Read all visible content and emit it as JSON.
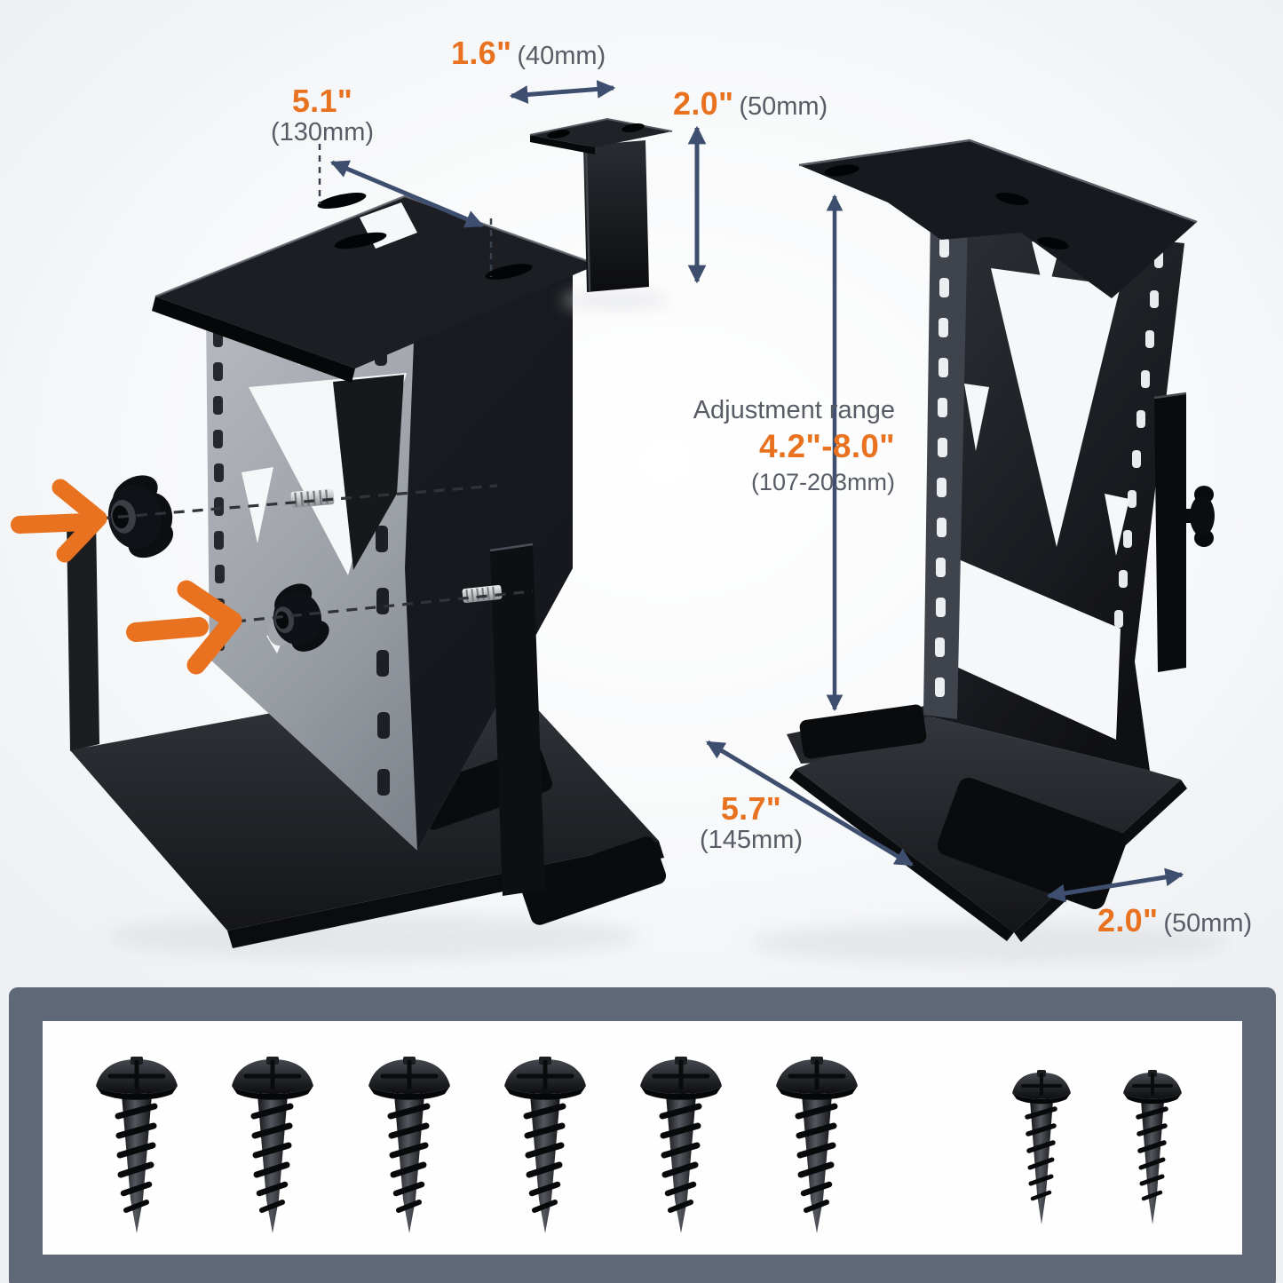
{
  "diagram": {
    "type": "product-dimension-diagram",
    "subject": "under-desk CPU holder brackets with mounting screws",
    "labels": {
      "top_width": {
        "value": "1.6\"",
        "metric": "(40mm)"
      },
      "plate_depth": {
        "value": "5.1\"",
        "metric": "(130mm)"
      },
      "drop_height": {
        "value": "2.0\"",
        "metric": "(50mm)"
      },
      "adjustment": {
        "title": "Adjustment range",
        "value": "4.2\"-8.0\"",
        "metric": "(107-203mm)"
      },
      "base_depth": {
        "value": "5.7\"",
        "metric": "(145mm)"
      },
      "base_width": {
        "value": "2.0\"",
        "metric": "(50mm)"
      }
    },
    "hardware_panel": {
      "large_screw_count": 6,
      "small_screw_count": 2
    },
    "colors": {
      "accent_orange": "#E8721F",
      "dimension_navy": "#3E4E6E",
      "label_gray": "#575C66",
      "panel_frame_slate": "#5E6877",
      "bracket_black": "#121317"
    }
  }
}
